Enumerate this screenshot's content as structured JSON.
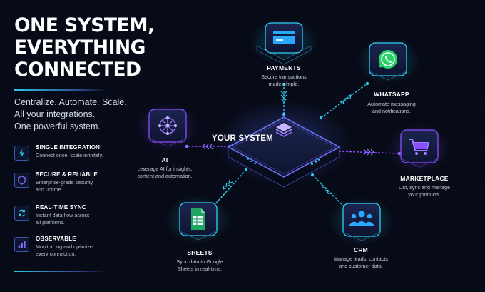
{
  "headline": {
    "line1": "ONE SYSTEM,",
    "line2": "EVERYTHING",
    "line3": "CONNECTED"
  },
  "tagline": {
    "line1": "Centralize. Automate. Scale.",
    "line2": "All your integrations.",
    "line3": "One powerful system."
  },
  "features": [
    {
      "icon": "lightning-icon",
      "title": "SINGLE INTEGRATION",
      "desc1": "Connect once, scale infinitely.",
      "desc2": ""
    },
    {
      "icon": "shield-icon",
      "title": "SECURE & RELIABLE",
      "desc1": "Enterprise-grade security",
      "desc2": "and uptime."
    },
    {
      "icon": "sync-icon",
      "title": "REAL-TIME SYNC",
      "desc1": "Instant data flow across",
      "desc2": "all platforms."
    },
    {
      "icon": "bar-chart-icon",
      "title": "OBSERVABLE",
      "desc1": "Monitor, log and optimize",
      "desc2": "every connection."
    }
  ],
  "hub": {
    "label": "YOUR SYSTEM"
  },
  "nodes": {
    "payments": {
      "title": "PAYMENTS",
      "desc1": "Secure transactions",
      "desc2": "made simple.",
      "icon": "credit-card-icon"
    },
    "whatsapp": {
      "title": "WHATSAPP",
      "desc1": "Automate messaging",
      "desc2": "and notifications.",
      "icon": "whatsapp-icon"
    },
    "ai": {
      "title": "AI",
      "desc1": "Leverage AI for insights,",
      "desc2": "content and automation.",
      "icon": "neural-network-icon"
    },
    "marketplace": {
      "title": "MARKETPLACE",
      "desc1": "List, sync and manage",
      "desc2": "your products.",
      "icon": "shopping-cart-icon"
    },
    "sheets": {
      "title": "SHEETS",
      "desc1": "Sync data to Google",
      "desc2": "Sheets in real-time.",
      "icon": "spreadsheet-icon"
    },
    "crm": {
      "title": "CRM",
      "desc1": "Manage leads, contacts",
      "desc2": "and customer data.",
      "icon": "users-icon"
    }
  },
  "colors": {
    "background": "#070b18",
    "cyan": "#2fd1f0",
    "purple": "#8a4dff",
    "whatsapp_green": "#25d366",
    "sheets_green": "#1fa463"
  }
}
